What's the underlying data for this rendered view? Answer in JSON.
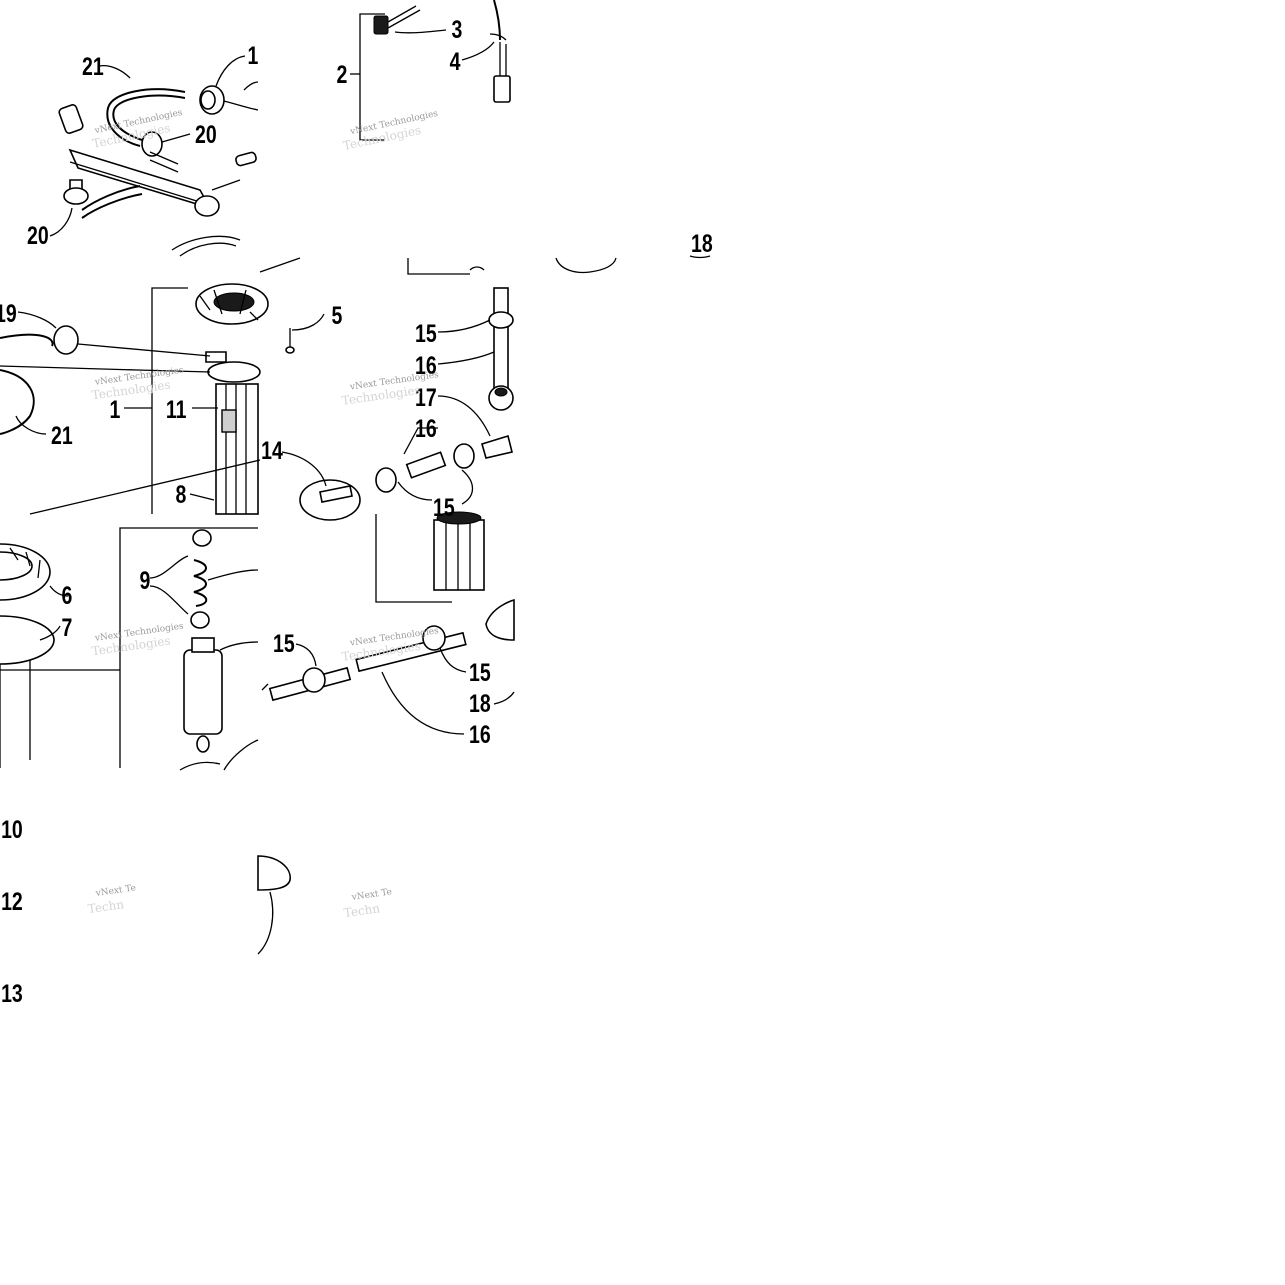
{
  "diagram": {
    "callouts": [
      {
        "id": "c21a",
        "text": "21"
      },
      {
        "id": "c1a",
        "text": "1"
      },
      {
        "id": "c20a",
        "text": "20"
      },
      {
        "id": "c20b",
        "text": "20"
      },
      {
        "id": "c2",
        "text": "2"
      },
      {
        "id": "c3",
        "text": "3"
      },
      {
        "id": "c4",
        "text": "4"
      },
      {
        "id": "c19",
        "text": "19"
      },
      {
        "id": "c1b",
        "text": "1"
      },
      {
        "id": "c11",
        "text": "11"
      },
      {
        "id": "c21b",
        "text": "21"
      },
      {
        "id": "c14",
        "text": "14"
      },
      {
        "id": "c8",
        "text": "8"
      },
      {
        "id": "c5",
        "text": "5"
      },
      {
        "id": "c15a",
        "text": "15"
      },
      {
        "id": "c16a",
        "text": "16"
      },
      {
        "id": "c17",
        "text": "17"
      },
      {
        "id": "c16b",
        "text": "16"
      },
      {
        "id": "c15b",
        "text": "15"
      },
      {
        "id": "c9",
        "text": "9"
      },
      {
        "id": "c6",
        "text": "6"
      },
      {
        "id": "c7",
        "text": "7"
      },
      {
        "id": "c15c",
        "text": "15"
      },
      {
        "id": "c15d",
        "text": "15"
      },
      {
        "id": "c18",
        "text": "18"
      },
      {
        "id": "c16c",
        "text": "16"
      },
      {
        "id": "c10",
        "text": "10"
      },
      {
        "id": "c12",
        "text": "12"
      },
      {
        "id": "c13",
        "text": "13"
      },
      {
        "id": "c18frag",
        "text": "18"
      }
    ],
    "watermark": {
      "line1": "vNext Technologies",
      "line2": "Technologies",
      "frag1": "vNext Te",
      "frag2": "Techn"
    }
  }
}
